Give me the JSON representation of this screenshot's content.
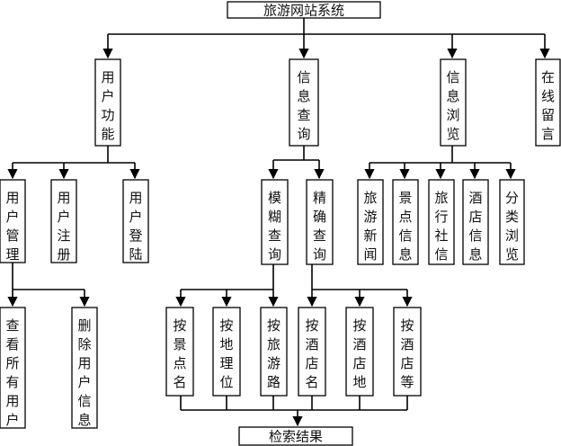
{
  "title": "旅游网站系统",
  "level1": [
    "用户功能",
    "信息查询",
    "信息浏览",
    "在线留言"
  ],
  "user_children": [
    "用户管理",
    "用户注册",
    "用户登陆"
  ],
  "user_mgmt_children": [
    "查看所有用户",
    "删除用户信息"
  ],
  "query_children": [
    "模糊查询",
    "精确查询"
  ],
  "fuzzy_children": [
    "按景点名",
    "按地理位",
    "按旅游路"
  ],
  "exact_children": [
    "按酒店名",
    "按酒店地",
    "按酒店等"
  ],
  "browse_children": [
    "旅游新闻",
    "景点信息",
    "旅行社信",
    "酒店信息",
    "分类浏览"
  ],
  "result": "检索结果"
}
